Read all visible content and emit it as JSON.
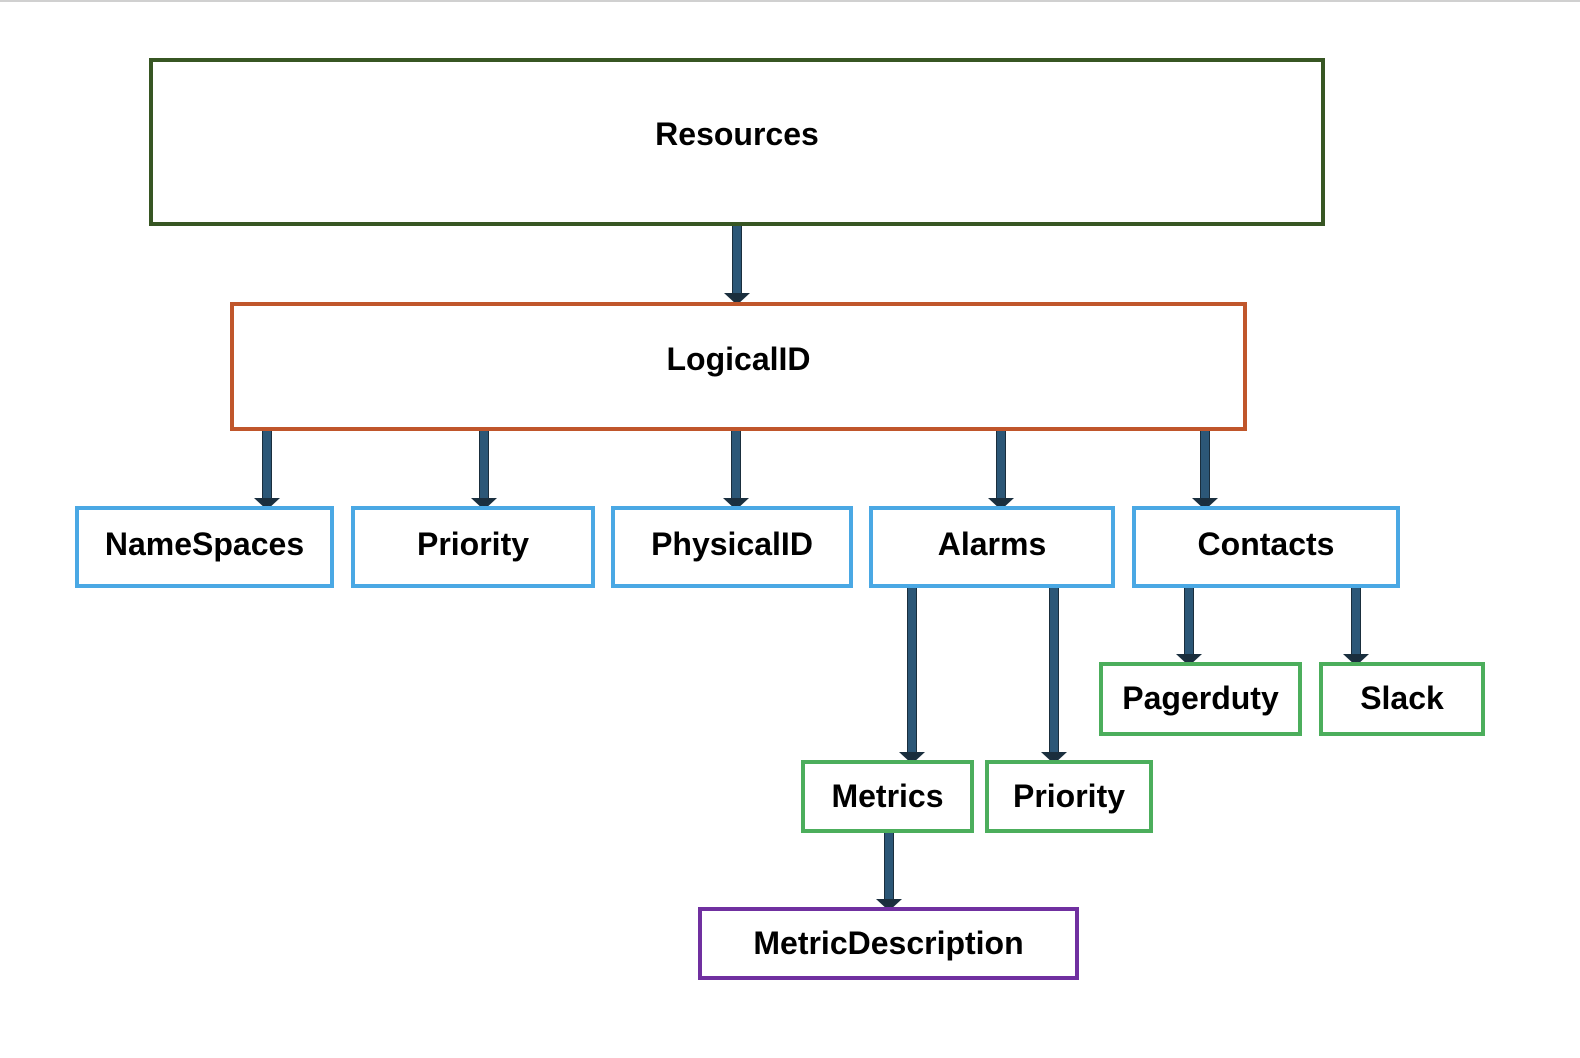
{
  "colors": {
    "arrow": "#2c5777",
    "root_border": "#375623",
    "logical_border": "#c0562b",
    "child_border": "#4aa8e4",
    "leaf_border": "#4cae5c",
    "description_border": "#7030a0"
  },
  "nodes": {
    "resources": "Resources",
    "logical_id": "LogicalID",
    "namespaces": "NameSpaces",
    "priority": "Priority",
    "physical_id": "PhysicalID",
    "alarms": "Alarms",
    "contacts": "Contacts",
    "pagerduty": "Pagerduty",
    "slack": "Slack",
    "metrics": "Metrics",
    "alarm_priority": "Priority",
    "metric_description": "MetricDescription"
  },
  "edges": [
    {
      "from": "Resources",
      "to": "LogicalID"
    },
    {
      "from": "LogicalID",
      "to": "NameSpaces"
    },
    {
      "from": "LogicalID",
      "to": "Priority"
    },
    {
      "from": "LogicalID",
      "to": "PhysicalID"
    },
    {
      "from": "LogicalID",
      "to": "Alarms"
    },
    {
      "from": "LogicalID",
      "to": "Contacts"
    },
    {
      "from": "Alarms",
      "to": "Metrics"
    },
    {
      "from": "Alarms",
      "to": "Priority"
    },
    {
      "from": "Contacts",
      "to": "Pagerduty"
    },
    {
      "from": "Contacts",
      "to": "Slack"
    },
    {
      "from": "Metrics",
      "to": "MetricDescription"
    }
  ]
}
